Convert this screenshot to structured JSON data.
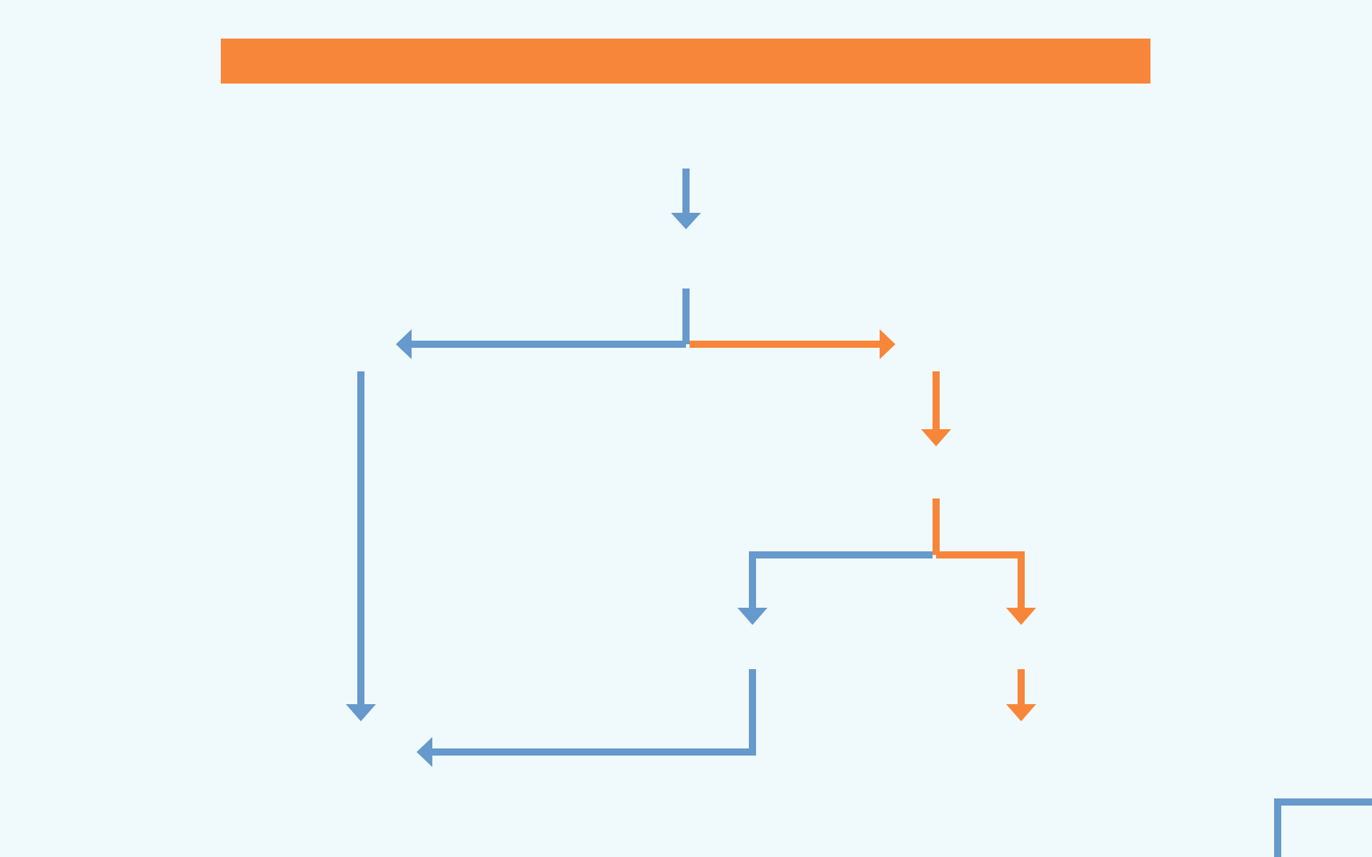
{
  "diagram": {
    "title": "",
    "colors": {
      "background": "#f0f9fb",
      "title_bar": "#f8863a",
      "blue_path": "#6699cc",
      "orange_path": "#f8863a"
    },
    "connectors": [
      {
        "id": "start-down",
        "color": "blue",
        "direction": "down"
      },
      {
        "id": "split-left",
        "color": "blue",
        "direction": "left"
      },
      {
        "id": "split-right",
        "color": "orange",
        "direction": "right"
      },
      {
        "id": "left-long-down",
        "color": "blue",
        "direction": "down"
      },
      {
        "id": "right-down",
        "color": "orange",
        "direction": "down"
      },
      {
        "id": "branch-left-down",
        "color": "blue",
        "direction": "down"
      },
      {
        "id": "branch-right-down",
        "color": "orange",
        "direction": "down"
      },
      {
        "id": "merge-left",
        "color": "blue",
        "direction": "left"
      },
      {
        "id": "orange-final-down",
        "color": "orange",
        "direction": "down"
      },
      {
        "id": "offscreen-corner",
        "color": "blue",
        "direction": "right"
      }
    ]
  }
}
